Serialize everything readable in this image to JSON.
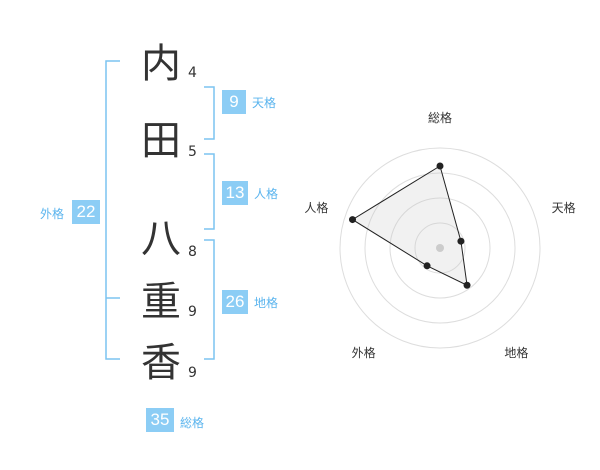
{
  "characters": [
    {
      "char": "内",
      "strokes": "4"
    },
    {
      "char": "田",
      "strokes": "5"
    },
    {
      "char": "八",
      "strokes": "8"
    },
    {
      "char": "重",
      "strokes": "9"
    },
    {
      "char": "香",
      "strokes": "9"
    }
  ],
  "fortunes": {
    "tenkaku": {
      "value": "9",
      "label": "天格"
    },
    "jinkaku": {
      "value": "13",
      "label": "人格"
    },
    "chikaku": {
      "value": "26",
      "label": "地格"
    },
    "gaikaku": {
      "value": "22",
      "label": "外格"
    },
    "soukaku": {
      "value": "35",
      "label": "総格"
    }
  },
  "colors": {
    "accent": "#8ccdf5",
    "label": "#5ab4ee",
    "bracket": "#7cc4f0"
  },
  "chart_data": {
    "type": "radar",
    "axes": [
      "総格",
      "天格",
      "地格",
      "外格",
      "人格"
    ],
    "values": [
      0.82,
      0.22,
      0.46,
      0.22,
      0.92
    ],
    "max": 1,
    "rings": 4
  }
}
